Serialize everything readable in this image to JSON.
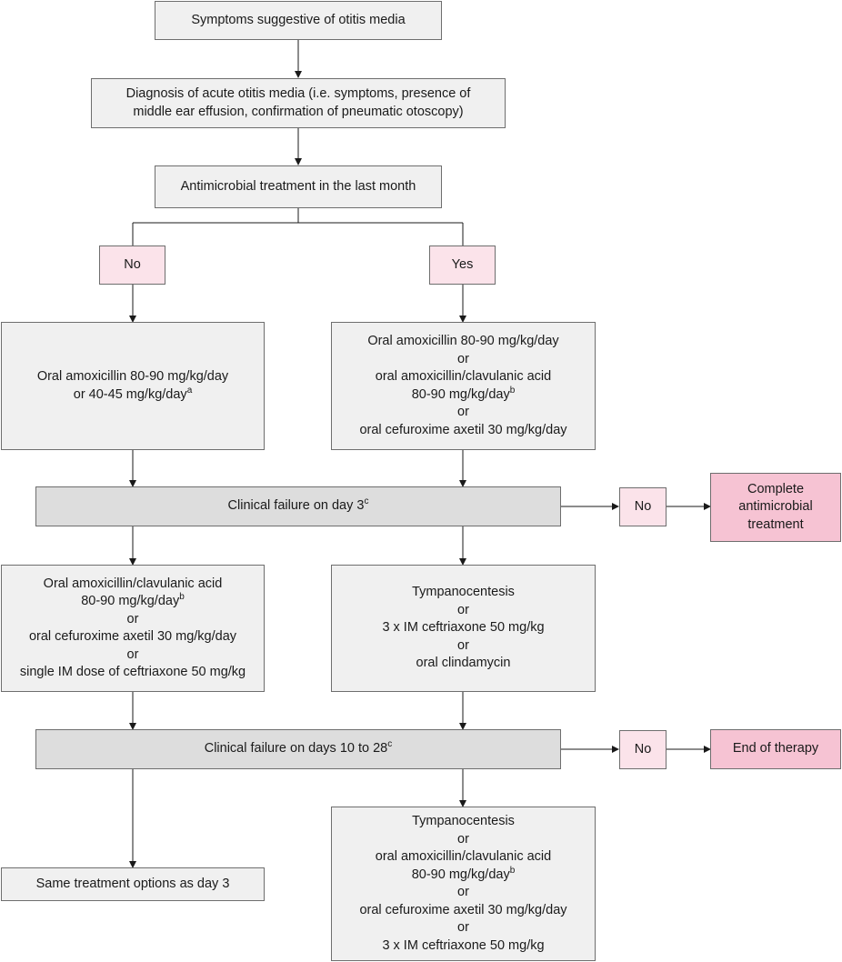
{
  "nodes": {
    "symptoms": {
      "lines": [
        "Symptoms suggestive of otitis media"
      ]
    },
    "diagnosis": {
      "lines": [
        "Diagnosis of acute otitis media (i.e. symptoms, presence of",
        "middle ear effusion, confirmation of pneumatic otoscopy)"
      ]
    },
    "antimicrobial_question": {
      "lines": [
        "Antimicrobial treatment in the last month"
      ]
    },
    "answer_no": {
      "lines": [
        "No"
      ]
    },
    "answer_yes": {
      "lines": [
        "Yes"
      ]
    },
    "tx_no": {
      "lines": [
        "Oral amoxicillin 80-90 mg/kg/day",
        "or 40-45 mg/kg/day"
      ],
      "sups": [
        "",
        "a"
      ]
    },
    "tx_yes": {
      "lines": [
        "Oral amoxicillin 80-90 mg/kg/day",
        "or",
        "oral amoxicillin/clavulanic acid",
        "80-90 mg/kg/day",
        "or",
        "oral cefuroxime axetil 30 mg/kg/day"
      ],
      "sups": [
        "",
        "",
        "",
        "b",
        "",
        ""
      ]
    },
    "failure_day3": {
      "lines": [
        "Clinical failure on day 3"
      ],
      "sups": [
        "c"
      ]
    },
    "day3_no": {
      "lines": [
        "No"
      ]
    },
    "complete_treatment": {
      "lines": [
        "Complete",
        "antimicrobial",
        "treatment"
      ]
    },
    "day3_left": {
      "lines": [
        "Oral amoxicillin/clavulanic acid",
        "80-90 mg/kg/day",
        "or",
        "oral cefuroxime axetil 30 mg/kg/day",
        "or",
        "single IM dose of ceftriaxone 50 mg/kg"
      ],
      "sups": [
        "",
        "b",
        "",
        "",
        "",
        ""
      ]
    },
    "day3_right": {
      "lines": [
        "Tympanocentesis",
        "or",
        "3 x IM ceftriaxone 50 mg/kg",
        "or",
        "oral clindamycin"
      ]
    },
    "failure_day10": {
      "lines": [
        "Clinical failure on days 10 to 28"
      ],
      "sups": [
        "c"
      ]
    },
    "day10_no": {
      "lines": [
        "No"
      ]
    },
    "end_therapy": {
      "lines": [
        "End of therapy"
      ]
    },
    "same_treatment": {
      "lines": [
        "Same treatment options as day 3"
      ]
    },
    "day10_right": {
      "lines": [
        "Tympanocentesis",
        "or",
        "oral amoxicillin/clavulanic acid",
        "80-90 mg/kg/day",
        "or",
        "oral cefuroxime axetil 30 mg/kg/day",
        "or",
        "3 x IM ceftriaxone 50 mg/kg"
      ],
      "sups": [
        "",
        "",
        "",
        "b",
        "",
        "",
        "",
        ""
      ]
    }
  }
}
